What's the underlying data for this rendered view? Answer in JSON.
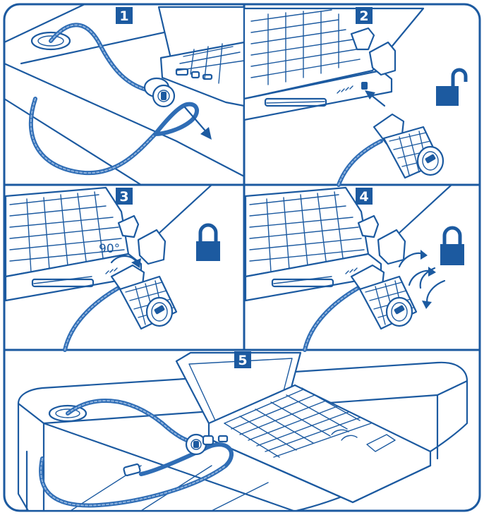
{
  "title": "",
  "colors": {
    "line": "#1c5aa0",
    "cable": "#2f6db5",
    "background": "#ffffff"
  },
  "steps": [
    {
      "number": "1"
    },
    {
      "number": "2"
    },
    {
      "number": "3",
      "angle_label": "90°"
    },
    {
      "number": "4"
    },
    {
      "number": "5"
    }
  ],
  "icons": {
    "step2": "padlock-unlocked-icon",
    "step3": "padlock-locked-icon",
    "step4": "padlock-locked-icon"
  }
}
